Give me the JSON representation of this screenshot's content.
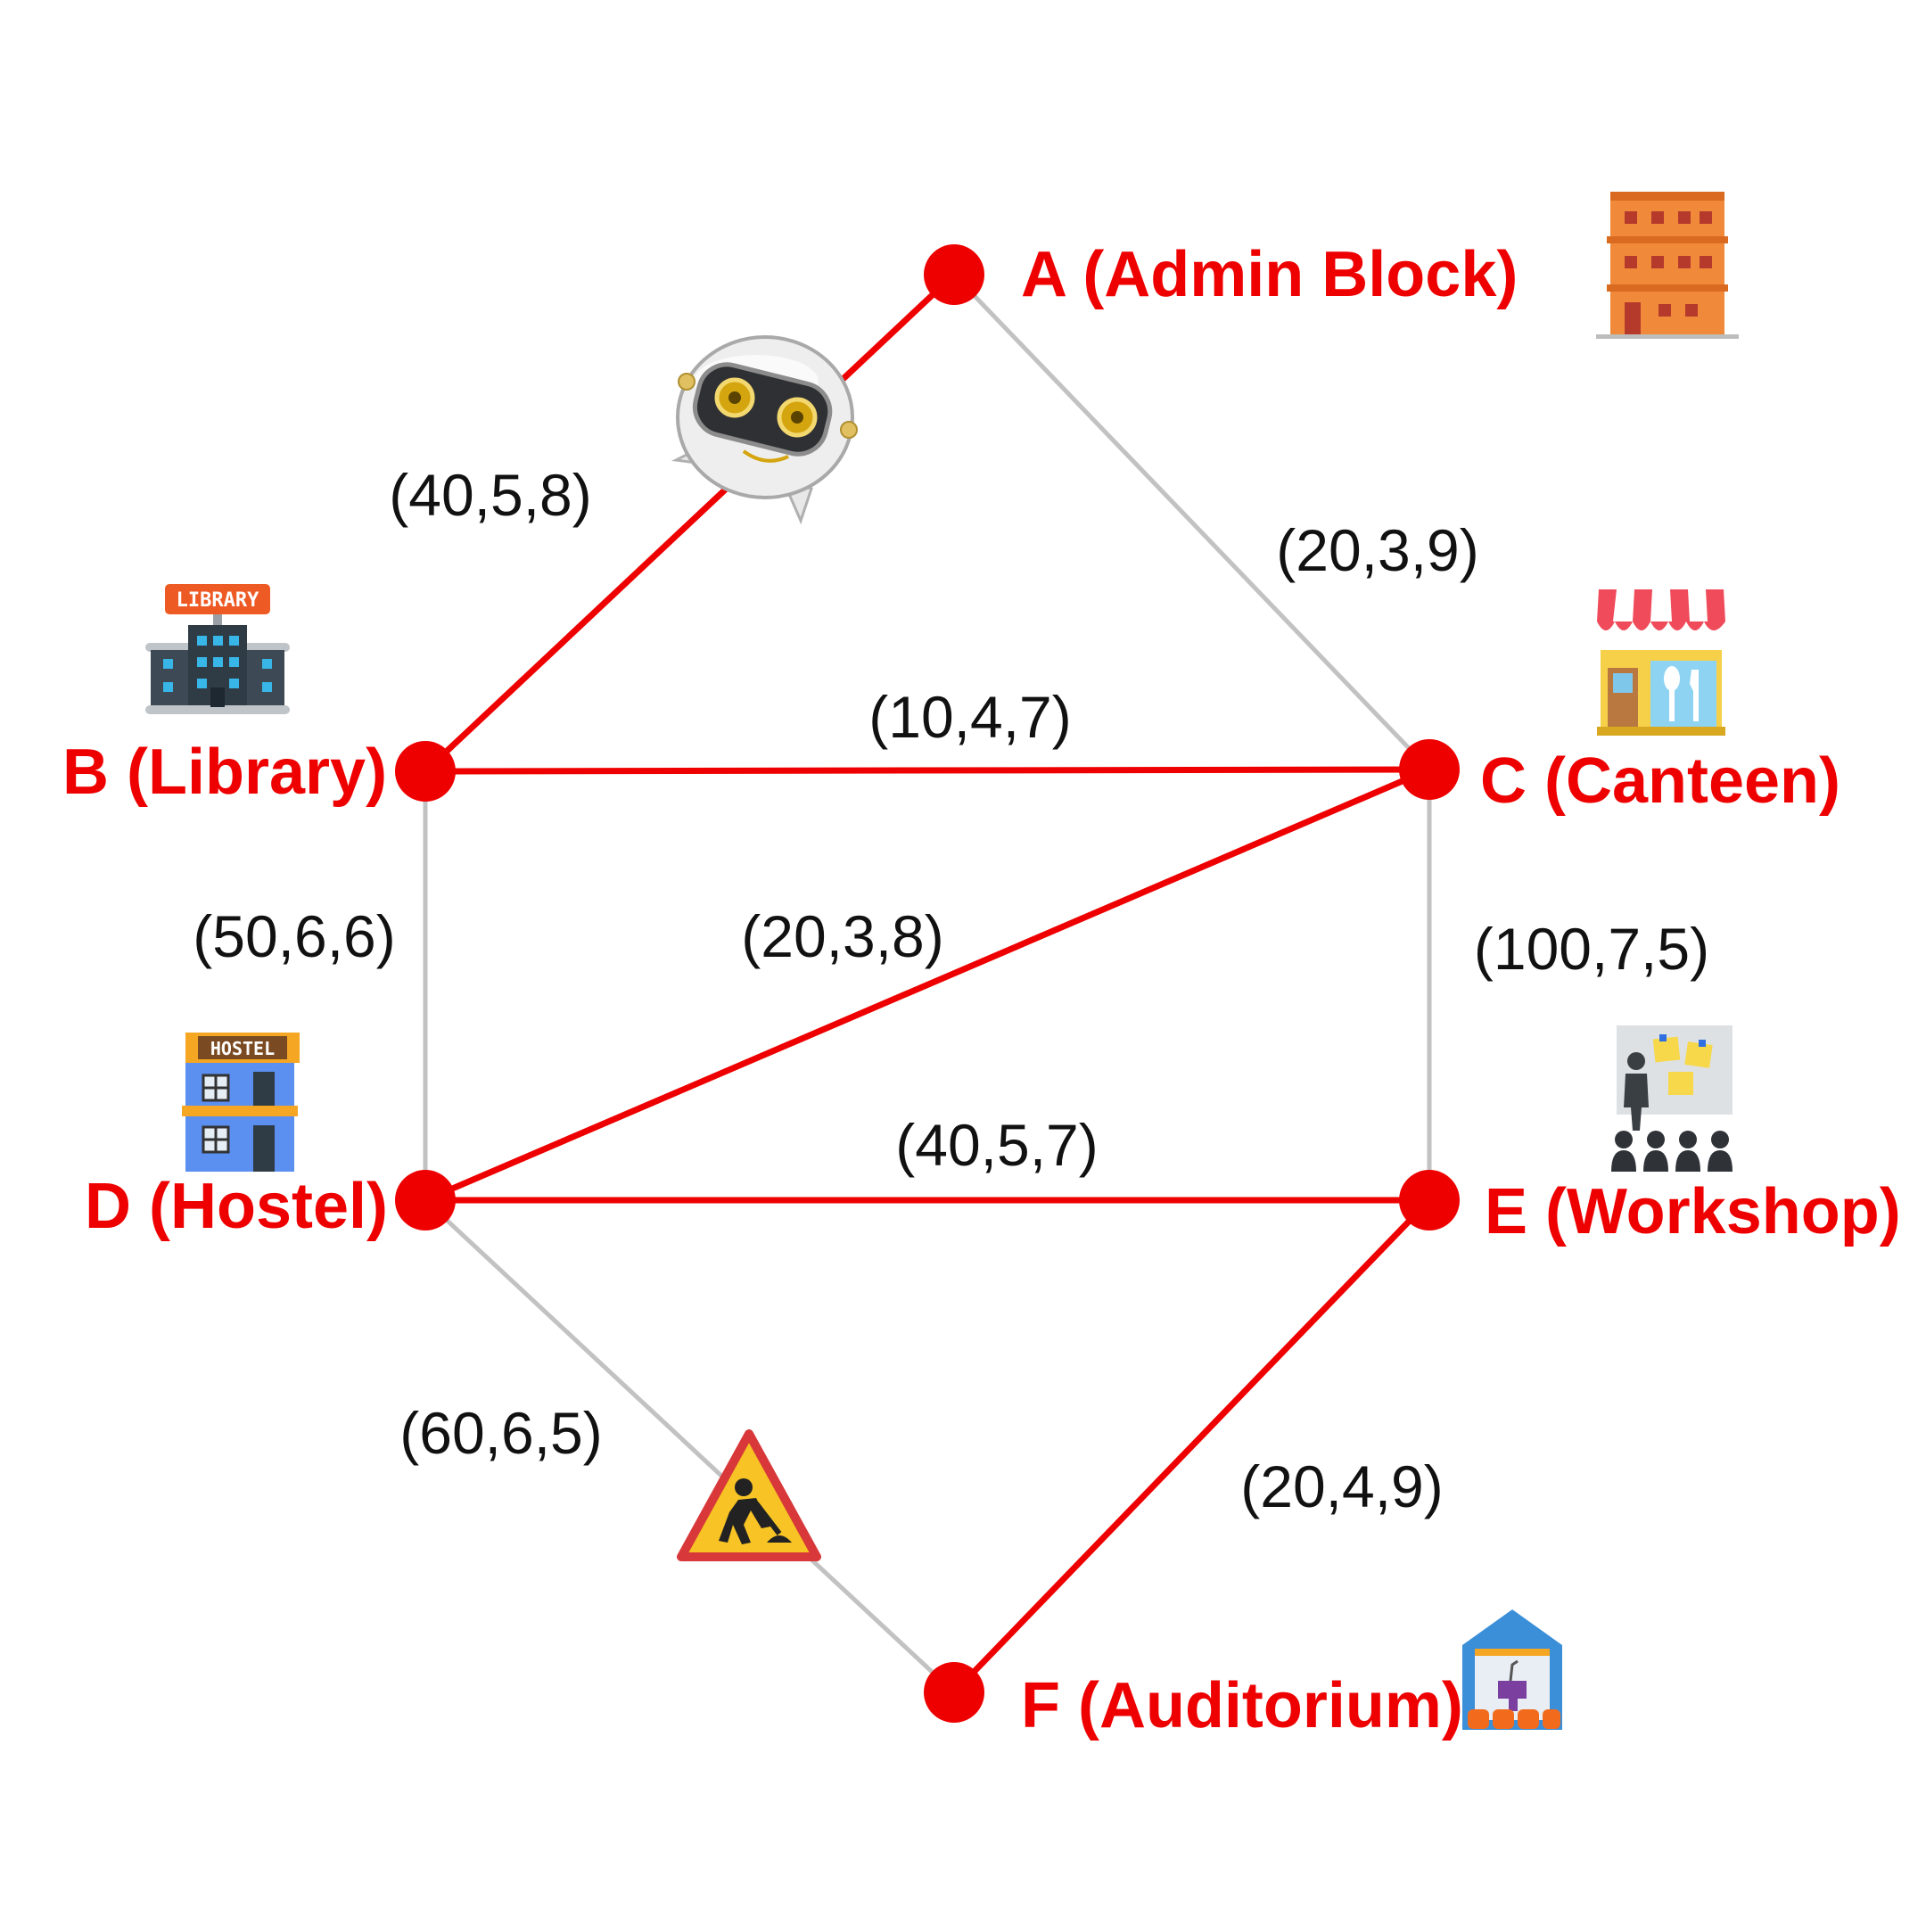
{
  "colors": {
    "active_edge": "#ee0000",
    "inactive_edge": "#c2c2c2",
    "node": "#ee0000",
    "node_label": "#ee0000",
    "edge_label": "#111111"
  },
  "nodes": [
    {
      "id": "A",
      "label": "A (Admin Block)",
      "icon": "office-building-icon"
    },
    {
      "id": "B",
      "label": "B (Library)",
      "icon": "library-building-icon",
      "sign": "LIBRARY"
    },
    {
      "id": "C",
      "label": "C (Canteen)",
      "icon": "canteen-shop-icon"
    },
    {
      "id": "D",
      "label": "D (Hostel)",
      "icon": "hostel-building-icon",
      "sign": "HOSTEL"
    },
    {
      "id": "E",
      "label": "E (Workshop)",
      "icon": "workshop-presentation-icon"
    },
    {
      "id": "F",
      "label": "F (Auditorium)",
      "icon": "auditorium-stage-icon"
    }
  ],
  "edges": [
    {
      "from": "A",
      "to": "B",
      "label": "(40,5,8)",
      "active": true
    },
    {
      "from": "A",
      "to": "C",
      "label": "(20,3,9)",
      "active": false
    },
    {
      "from": "B",
      "to": "C",
      "label": "(10,4,7)",
      "active": true
    },
    {
      "from": "B",
      "to": "D",
      "label": "(50,6,6)",
      "active": false
    },
    {
      "from": "C",
      "to": "D",
      "label": "(20,3,8)",
      "active": true
    },
    {
      "from": "C",
      "to": "E",
      "label": "(100,7,5)",
      "active": false
    },
    {
      "from": "D",
      "to": "E",
      "label": "(40,5,7)",
      "active": true
    },
    {
      "from": "D",
      "to": "F",
      "label": "(60,6,5)",
      "active": false
    },
    {
      "from": "E",
      "to": "F",
      "label": "(20,4,9)",
      "active": true
    }
  ],
  "overlays": [
    {
      "icon": "robot-icon",
      "on_edge": "A-B"
    },
    {
      "icon": "road-work-sign-icon",
      "on_edge": "D-F"
    }
  ]
}
